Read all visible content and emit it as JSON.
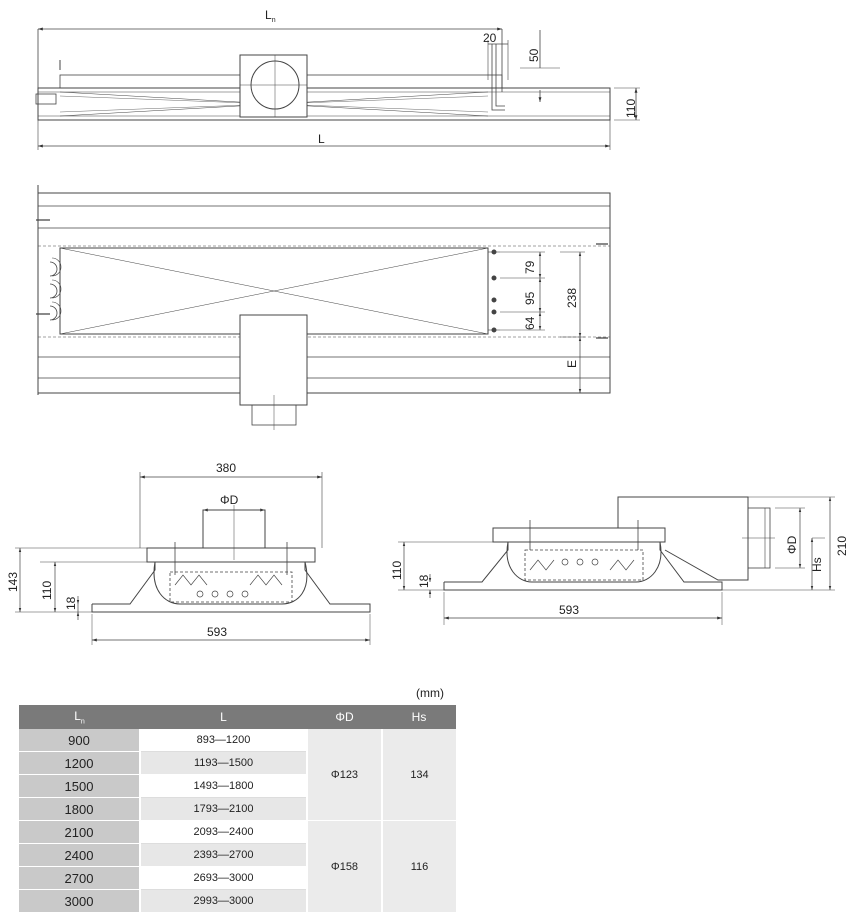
{
  "top_view": {
    "ln_label": "L",
    "ln_sub": "n",
    "l_label": "L",
    "dim_20": "20",
    "dim_50": "50",
    "dim_110": "110"
  },
  "plan_view": {
    "dim_79": "79",
    "dim_95": "95",
    "dim_64": "64",
    "dim_238": "238",
    "dim_e": "E"
  },
  "section_left": {
    "dim_380": "380",
    "dim_phid": "ΦD",
    "dim_143": "143",
    "dim_110": "110",
    "dim_18": "18",
    "dim_593": "593"
  },
  "section_right": {
    "dim_110": "110",
    "dim_18": "18",
    "dim_593": "593",
    "dim_phid": "ΦD",
    "dim_hs": "Hs",
    "dim_210": "210"
  },
  "table": {
    "unit": "(mm)",
    "headers": {
      "ln": "L",
      "ln_sub": "n",
      "l": "L",
      "phid": "ΦD",
      "hs": "Hs"
    },
    "rows": [
      {
        "ln": "900",
        "l": "893—1200"
      },
      {
        "ln": "1200",
        "l": "1193—1500"
      },
      {
        "ln": "1500",
        "l": "1493—1800"
      },
      {
        "ln": "1800",
        "l": "1793—2100"
      },
      {
        "ln": "2100",
        "l": "2093—2400"
      },
      {
        "ln": "2400",
        "l": "2393—2700"
      },
      {
        "ln": "2700",
        "l": "2693—3000"
      },
      {
        "ln": "3000",
        "l": "2993—3000"
      }
    ],
    "groups": [
      {
        "phid": "Φ123",
        "hs": "134"
      },
      {
        "phid": "Φ158",
        "hs": "116"
      }
    ]
  }
}
